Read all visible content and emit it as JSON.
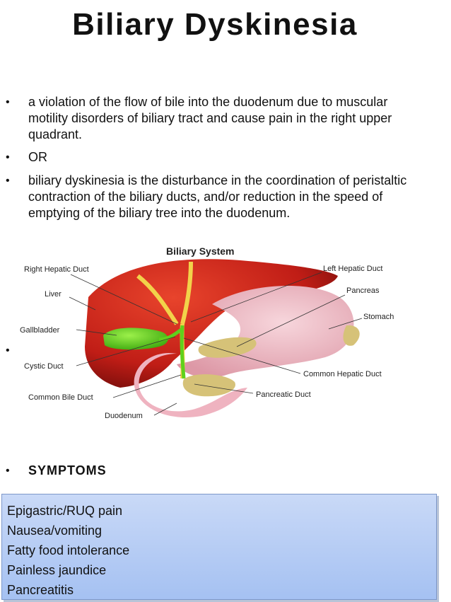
{
  "title": "Biliary Dyskinesia",
  "bullets": [
    "a violation of the flow of bile into the duodenum due to muscular motility disorders of biliary tract and cause pain in the right upper quadrant.",
    "OR",
    "biliary dyskinesia is the disturbance in the coordination of peristaltic contraction of the biliary ducts, and/or reduction in the speed of emptying of the biliary tree into the duodenum."
  ],
  "figure": {
    "title": "Biliary System",
    "labels": {
      "right_hepatic_duct": "Right Hepatic Duct",
      "left_hepatic_duct": "Left Hepatic Duct",
      "liver": "Liver",
      "pancreas": "Pancreas",
      "stomach": "Stomach",
      "gallbladder": "Gallbladder",
      "cystic_duct": "Cystic Duct",
      "common_hepatic_duct": "Common Hepatic Duct",
      "common_bile_duct": "Common Bile Duct",
      "pancreatic_duct": "Pancreatic Duct",
      "duodenum": "Duodenum"
    }
  },
  "symptoms_heading": "SYMPTOMS",
  "symptoms": [
    "Epigastric/RUQ pain",
    "Nausea/vomiting",
    "Fatty food intolerance",
    "Painless jaundice",
    "Pancreatitis"
  ],
  "colors": {
    "liver": "#c8211a",
    "gallbladder": "#5fd11c",
    "pancreas": "#d6c278",
    "stomach": "#f0bcc6",
    "symptom_box": "#b9cff5"
  }
}
